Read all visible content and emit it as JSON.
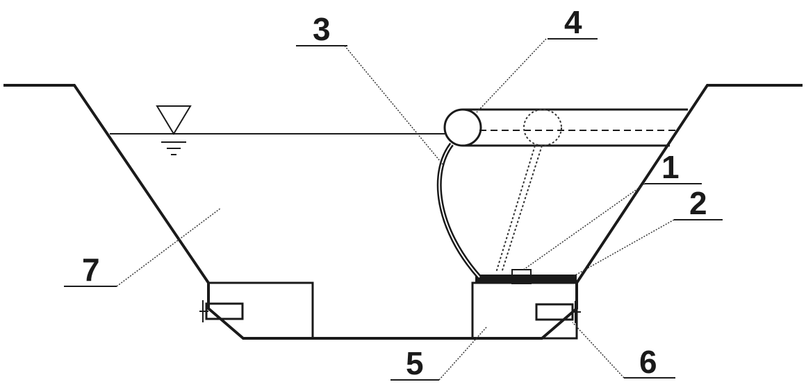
{
  "labels": {
    "l1": "1",
    "l2": "2",
    "l3": "3",
    "l4": "4",
    "l5": "5",
    "l6": "6",
    "l7": "7"
  },
  "colors": {
    "ink": "#1a1a1a",
    "background": "#ffffff"
  },
  "icons": {
    "water_level": "water-level-triangle-icon"
  }
}
